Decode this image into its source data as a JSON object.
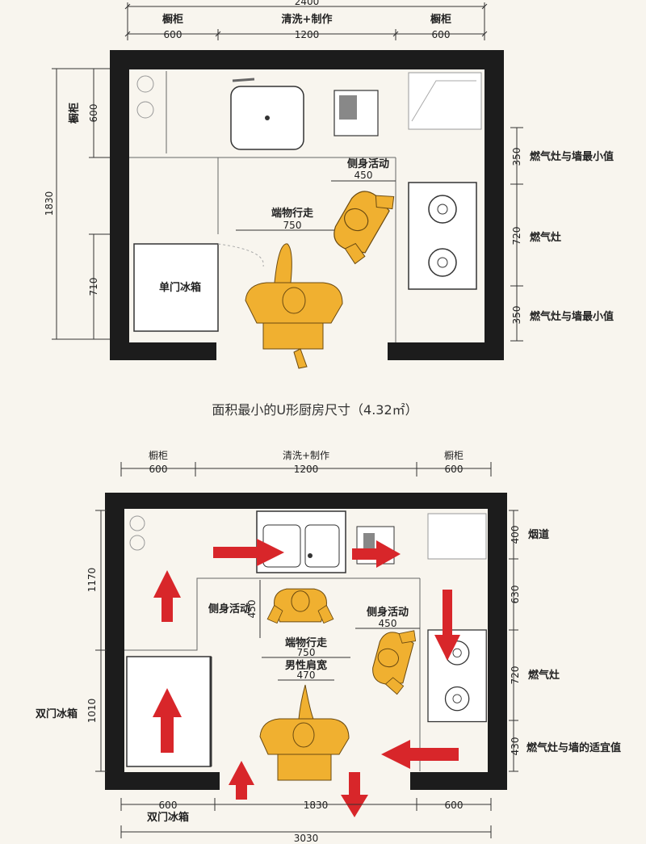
{
  "plan1": {
    "dims_top": {
      "total": "2400",
      "left_cab": "橱柜",
      "mid": "清洗+制作",
      "right_cab": "橱柜",
      "w_left": "600",
      "w_mid": "1200",
      "w_right": "600"
    },
    "dims_left": {
      "cab_label": "橱柜",
      "cab": "600",
      "total": "1830",
      "fridge": "710"
    },
    "dims_right": {
      "t1": "350",
      "l1": "燃气灶与墙最小值",
      "t2": "720",
      "l2": "燃气灶",
      "t3": "350",
      "l3": "燃气灶与墙最小值"
    },
    "side_activity": {
      "label": "侧身活动",
      "value": "450"
    },
    "walk": {
      "label": "端物行走",
      "value": "750"
    },
    "fridge_label": "单门冰箱",
    "caption": "面积最小的U形厨房尺寸（4.32㎡）"
  },
  "plan2": {
    "dims_top": {
      "left_cab": "橱柜",
      "mid": "清洗+制作",
      "right_cab": "橱柜",
      "w_left": "600",
      "w_mid": "1200",
      "w_right": "600"
    },
    "dims_left": {
      "t1": "1170",
      "t2": "1010",
      "fridge_label": "双门冰箱"
    },
    "dims_right": {
      "t1": "400",
      "l1": "烟道",
      "t2": "630",
      "t3": "720",
      "l3": "燃气灶",
      "t4": "430",
      "l4": "燃气灶与墙的适宜值"
    },
    "side_left": {
      "label": "侧身活动",
      "value": "450"
    },
    "side_right": {
      "label": "侧身活动",
      "value": "450"
    },
    "walk": {
      "label": "端物行走",
      "value": "750"
    },
    "shoulder": {
      "label": "男性肩宽",
      "value": "470"
    },
    "dims_bottom": {
      "w1": "600",
      "w2": "1830",
      "w3": "600",
      "fridge_label": "双门冰箱",
      "total": "3030"
    }
  },
  "colors": {
    "wall": "#1c1c1c",
    "person": "#f0b030",
    "person_stroke": "#6b4a10",
    "arrow": "#d8262a",
    "line": "#555555"
  }
}
